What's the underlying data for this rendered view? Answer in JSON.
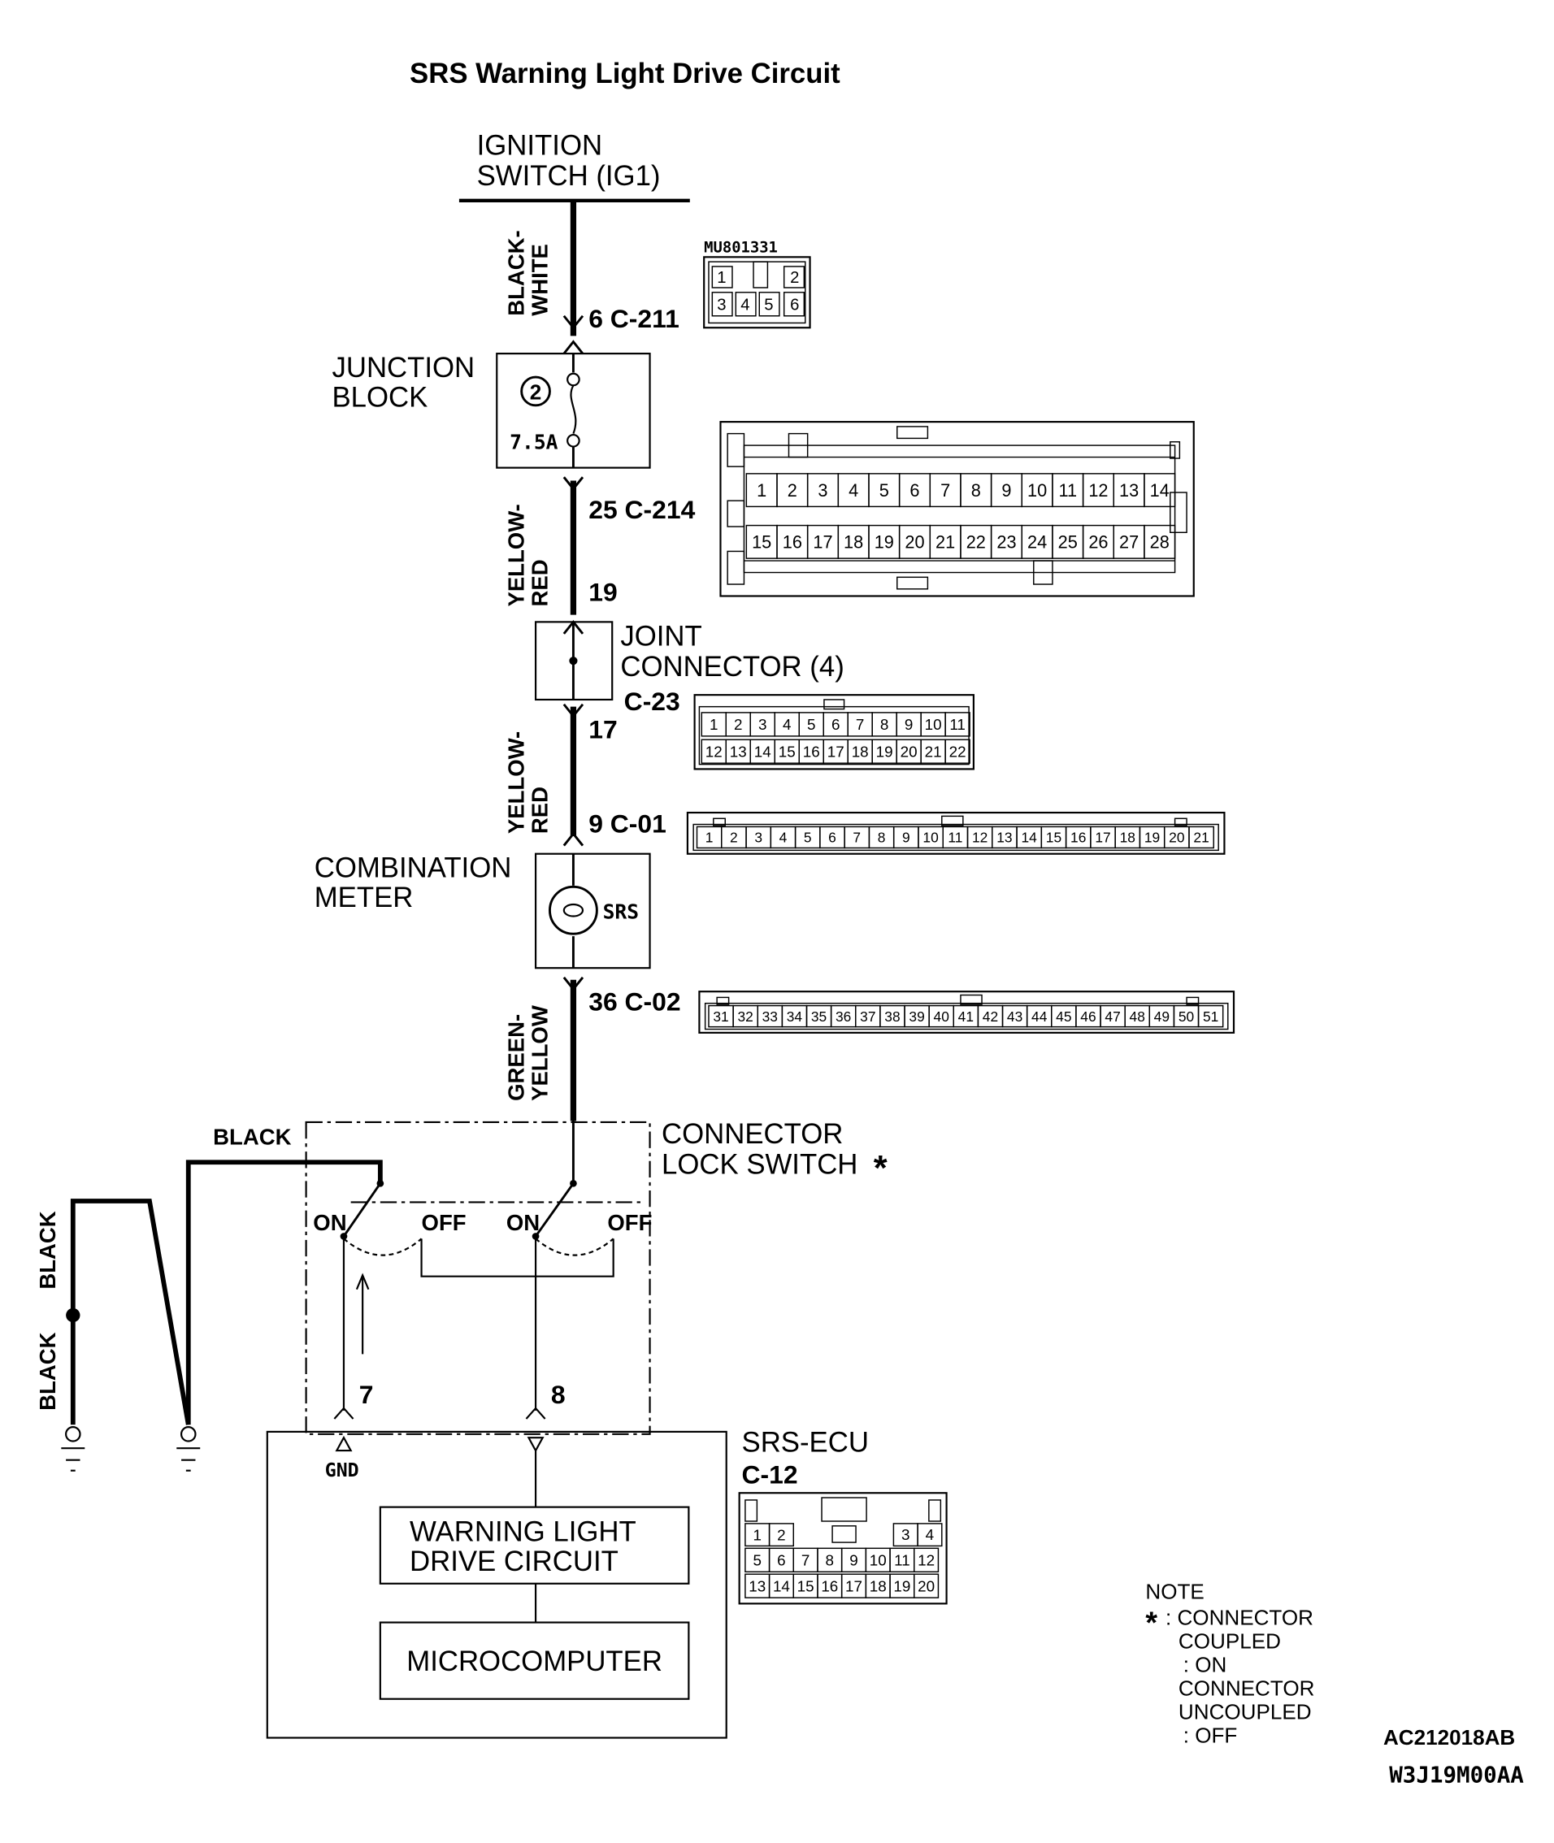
{
  "title": "SRS Warning Light Drive Circuit",
  "ignition": {
    "line1": "IGNITION",
    "line2": "SWITCH (IG1)"
  },
  "wire1": {
    "line1": "BLACK-",
    "line2": "WHITE"
  },
  "c211": {
    "label": "6 C-211",
    "part": "MU801331",
    "pins": [
      "1",
      "2",
      "3",
      "4",
      "5",
      "6"
    ]
  },
  "junction": {
    "line1": "JUNCTION",
    "line2": "BLOCK",
    "fuse_no": "2",
    "fuse_rating": "7.5A"
  },
  "c214": {
    "label": "25 C-214",
    "row1": [
      "1",
      "2",
      "3",
      "4",
      "5",
      "6",
      "7",
      "8",
      "9",
      "10",
      "11",
      "12",
      "13",
      "14"
    ],
    "row2": [
      "15",
      "16",
      "17",
      "18",
      "19",
      "20",
      "21",
      "22",
      "23",
      "24",
      "25",
      "26",
      "27",
      "28"
    ]
  },
  "wire2": {
    "line1": "YELLOW-",
    "line2": "RED"
  },
  "joint": {
    "pin_in": "19",
    "line1": "JOINT",
    "line2": "CONNECTOR (4)",
    "connector": "C-23",
    "pin_out": "17",
    "row1": [
      "1",
      "2",
      "3",
      "4",
      "5",
      "6",
      "7",
      "8",
      "9",
      "10",
      "11"
    ],
    "row2": [
      "12",
      "13",
      "14",
      "15",
      "16",
      "17",
      "18",
      "19",
      "20",
      "21",
      "22"
    ]
  },
  "wire3": {
    "line1": "YELLOW-",
    "line2": "RED"
  },
  "c01": {
    "label": "9 C-01",
    "pins": [
      "1",
      "2",
      "3",
      "4",
      "5",
      "6",
      "7",
      "8",
      "9",
      "10",
      "11",
      "12",
      "13",
      "14",
      "15",
      "16",
      "17",
      "18",
      "19",
      "20",
      "21"
    ]
  },
  "meter": {
    "line1": "COMBINATION",
    "line2": "METER",
    "lamp": "SRS"
  },
  "c02": {
    "label": "36 C-02",
    "pins": [
      "31",
      "32",
      "33",
      "34",
      "35",
      "36",
      "37",
      "38",
      "39",
      "40",
      "41",
      "42",
      "43",
      "44",
      "45",
      "46",
      "47",
      "48",
      "49",
      "50",
      "51"
    ]
  },
  "wire4": {
    "line1": "GREEN-",
    "line2": "YELLOW"
  },
  "ground_wire": {
    "top": "BLACK",
    "left1": "BLACK",
    "left2": "BLACK"
  },
  "lock_switch": {
    "line1": "CONNECTOR",
    "line2": "LOCK SWITCH",
    "mark": "*",
    "on1": "ON",
    "off1": "OFF",
    "on2": "ON",
    "off2": "OFF"
  },
  "ecu": {
    "pin7": "7",
    "pin8": "8",
    "gnd": "GND",
    "name": "SRS-ECU",
    "connector": "C-12",
    "drive_line1": "WARNING LIGHT",
    "drive_line2": "DRIVE CIRCUIT",
    "micro": "MICROCOMPUTER",
    "row1": [
      "1",
      "2",
      "3",
      "4"
    ],
    "row2": [
      "5",
      "6",
      "7",
      "8",
      "9",
      "10",
      "11",
      "12"
    ],
    "row3": [
      "13",
      "14",
      "15",
      "16",
      "17",
      "18",
      "19",
      "20"
    ]
  },
  "note": {
    "title": "NOTE",
    "star": "*",
    "l1": ": CONNECTOR",
    "l2": "COUPLED",
    "l3": ": ON",
    "l4": "CONNECTOR",
    "l5": "UNCOUPLED",
    "l6": ": OFF"
  },
  "codes": {
    "code1": "AC212018AB",
    "code2": "W3J19M00AA"
  }
}
